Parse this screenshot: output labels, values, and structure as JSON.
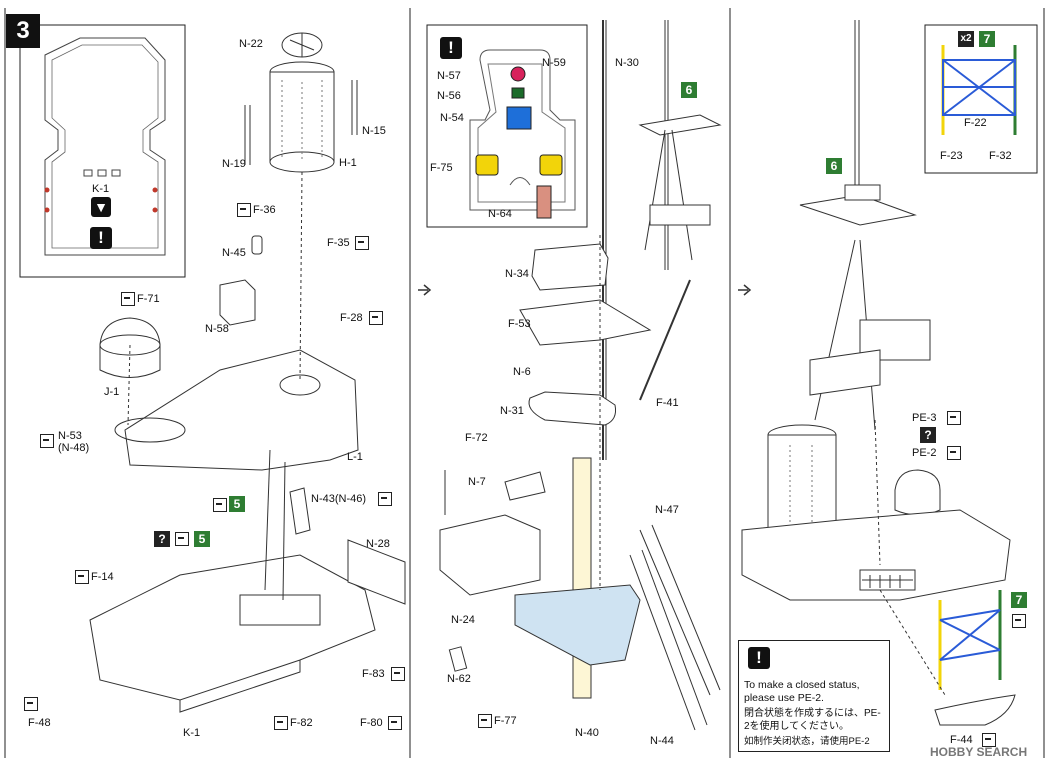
{
  "step_number": "3",
  "panel1": {
    "labels": {
      "N22": "N-22",
      "N15": "N-15",
      "N19": "N-19",
      "H1": "H-1",
      "F36": "F-36",
      "N45": "N-45",
      "F35": "F-35",
      "F71": "F-71",
      "N58": "N-58",
      "F28": "F-28",
      "J1": "J-1",
      "N53": "N-53",
      "N48": "(N-48)",
      "L1": "L-1",
      "N43": "N-43(N-46)",
      "N28": "N-28",
      "F14": "F-14",
      "F48": "F-48",
      "F83": "F-83",
      "F82": "F-82",
      "F80": "F-80",
      "K1": "K-1",
      "K1top": "K-1"
    },
    "badge5a": "5",
    "badge5b": "5",
    "question": "?"
  },
  "panel2": {
    "labels": {
      "N30": "N-30",
      "N59": "N-59",
      "N57": "N-57",
      "N56": "N-56",
      "N54": "N-54",
      "F75": "F-75",
      "N64": "N-64",
      "N34": "N-34",
      "F53": "F-53",
      "N6": "N-6",
      "F41": "F-41",
      "N31": "N-31",
      "F72": "F-72",
      "N7": "N-7",
      "N47": "N-47",
      "N24": "N-24",
      "N62": "N-62",
      "F77": "F-77",
      "N40": "N-40",
      "N44": "N-44"
    },
    "badge6": "6"
  },
  "panel3": {
    "labels": {
      "F22": "F-22",
      "F23": "F-23",
      "F32": "F-32",
      "PE3": "PE-3",
      "PE2": "PE-2",
      "F44": "F-44"
    },
    "x2": "x2",
    "badge7top": "7",
    "badge6": "6",
    "badge7b": "7",
    "question": "?",
    "note_en": "To make a closed status, please use PE-2.",
    "note_jp": "閉合状態を作成するには、PE-2を使用してください。",
    "note_cn": "如制作关闭状态，请使用PE-2"
  },
  "watermark": "HOBBY SEARCH"
}
